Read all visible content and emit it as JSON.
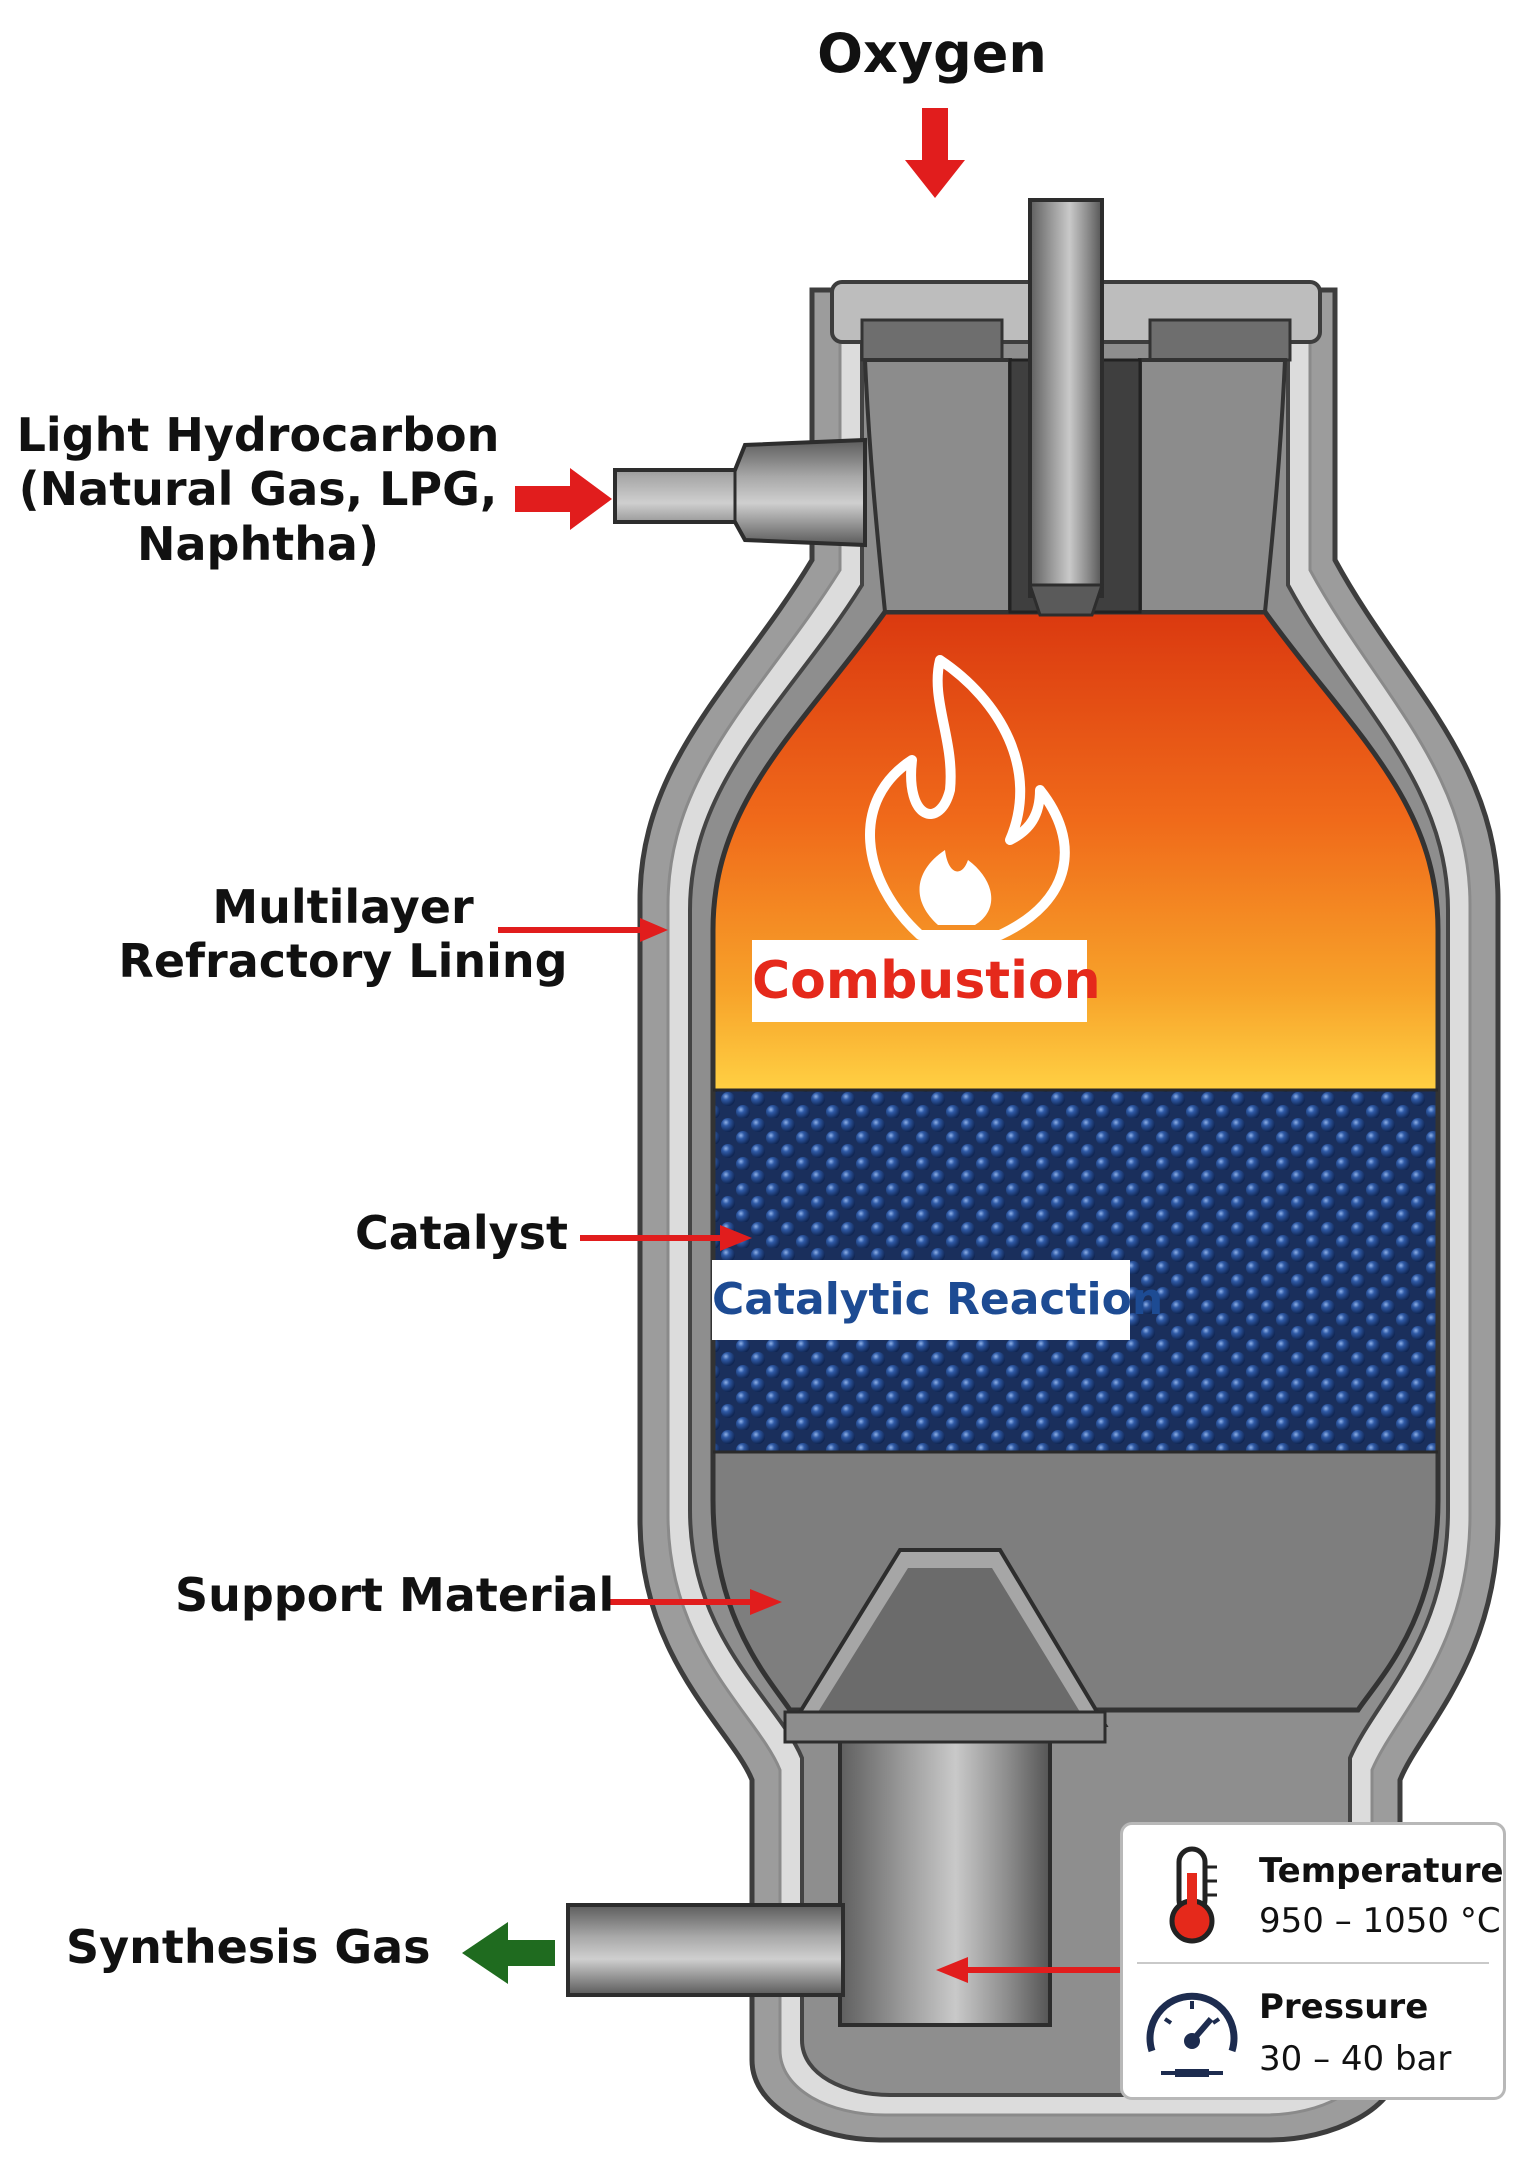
{
  "labels": {
    "oxygen": "Oxygen",
    "hydrocarbon_line1": "Light Hydrocarbon",
    "hydrocarbon_line2": "(Natural Gas, LPG,",
    "hydrocarbon_line3": "Naphtha)",
    "refractory_line1": "Multilayer",
    "refractory_line2": "Refractory Lining",
    "catalyst": "Catalyst",
    "support": "Support Material",
    "synthesis_gas": "Synthesis Gas"
  },
  "zones": {
    "combustion": "Combustion",
    "catalytic": "Catalytic Reaction"
  },
  "info": {
    "temperature_title": "Temperature",
    "temperature_value": "950 – 1050 °C",
    "pressure_title": "Pressure",
    "pressure_value": "30 – 40 bar",
    "temperature_icon": "thermometer-icon",
    "pressure_icon": "pressure-gauge-icon"
  },
  "colors": {
    "inlet_arrow": "#e11d1d",
    "outlet_arrow": "#1f6b1f",
    "catalytic_text": "#1d4b93",
    "combustion_text": "#e5291b",
    "catalyst_ball": "#1f3f7a"
  }
}
